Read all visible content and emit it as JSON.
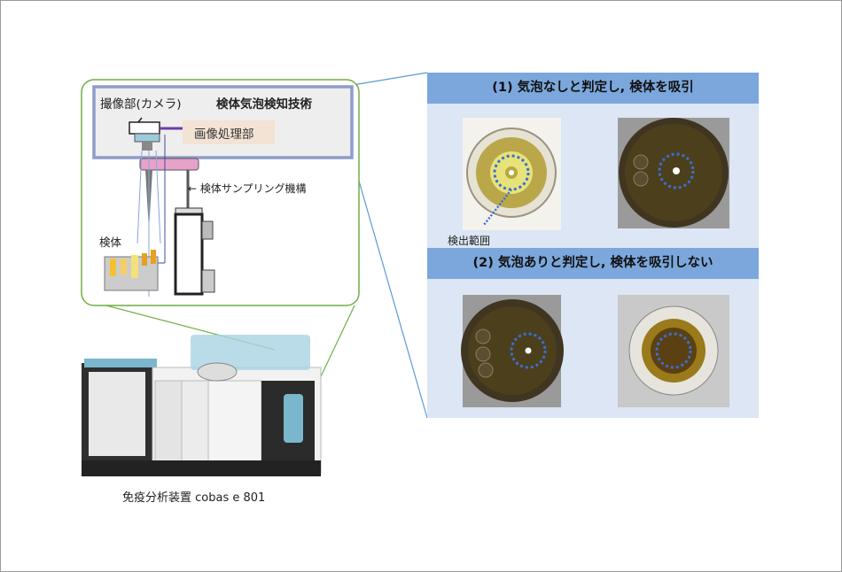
{
  "left_diagram": {
    "camera_label": "撮像部(カメラ)",
    "technology_title": "検体気泡検知技術",
    "image_processing_label": "画像処理部",
    "sampling_mechanism_label": "← 検体サンプリング機構",
    "sample_label": "検体"
  },
  "machine_caption": "免疫分析装置 cobas e 801",
  "right_panel": {
    "section1_title": "(1) 気泡なしと判定し, 検体を吸引",
    "detection_range_label": "検出範囲",
    "section2_title": "(2) 気泡ありと判定し, 検体を吸引しない"
  },
  "colors": {
    "header": "#7ba7dc",
    "panel": "#dce6f4",
    "green_box": "#70ad47",
    "blue_box": "#8d9cc9",
    "dots": "#3a6fd0"
  }
}
